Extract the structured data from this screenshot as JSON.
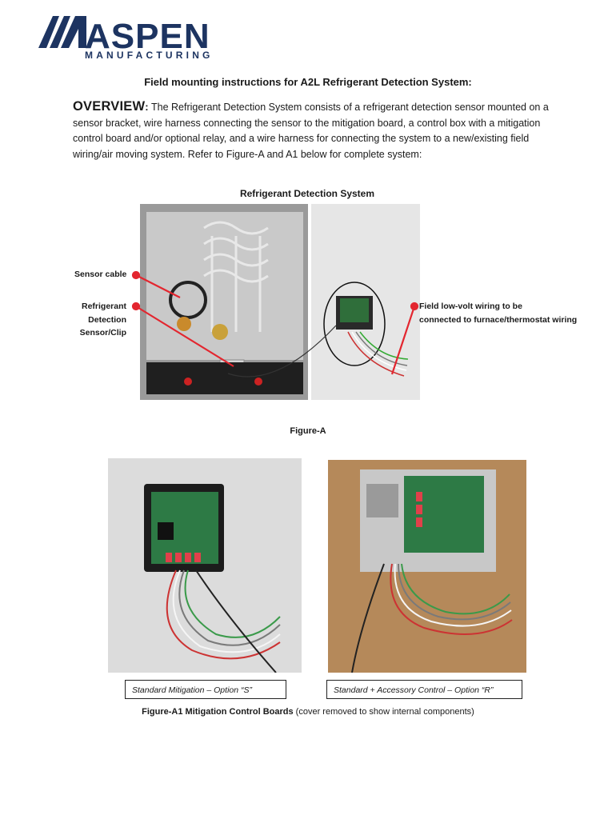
{
  "logo": {
    "brand": "ASPEN",
    "subtitle": "MANUFACTURING",
    "brand_color": "#1d3461"
  },
  "title": "Field mounting instructions for A2L Refrigerant Detection System:",
  "overview": {
    "heading": "OVERVIEW",
    "colon": ":",
    "text": "The Refrigerant Detection System consists of a refrigerant detection sensor mounted on a sensor bracket, wire harness connecting the sensor to the mitigation board, a control box with a mitigation control board and/or optional relay, and a wire harness for connecting the system to a new/existing field wiring/air moving system. Refer to Figure-A and A1 below for complete system:"
  },
  "figure_a": {
    "heading": "Refrigerant Detection System",
    "callouts": {
      "sensor_cable": "Sensor cable",
      "sensor_line1": "Refrigerant",
      "sensor_line2": "Detection",
      "sensor_line3": "Sensor/Clip",
      "field_line1": "Field low-volt wiring to be",
      "field_line2": "connected to furnace/thermostat wiring"
    },
    "callout_color": "#e3262f",
    "caption": "Figure-A"
  },
  "figure_a1": {
    "option_s": "Standard Mitigation – Option “S”",
    "option_r": "Standard + Accessory Control – Option “R”",
    "caption_bold": "Figure-A1 Mitigation Control Boards",
    "caption_rest": " (cover removed to show internal components)"
  }
}
